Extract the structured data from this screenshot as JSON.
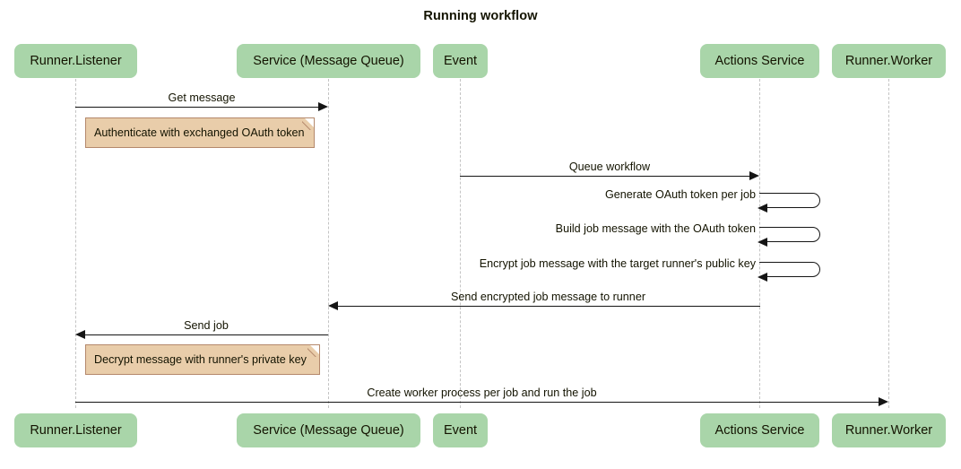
{
  "title": "Running workflow",
  "colors": {
    "participant_fill": "#a9d5a9",
    "note_fill": "#e9cdaa",
    "note_stroke": "#b4886b",
    "line": "#151515",
    "lifeline": "#c4c4c4",
    "background": "#ffffff",
    "text": "#131300"
  },
  "participants": [
    {
      "id": "runner-listener",
      "label": "Runner.Listener"
    },
    {
      "id": "service-message-queue",
      "label": "Service (Message Queue)"
    },
    {
      "id": "event",
      "label": "Event"
    },
    {
      "id": "actions-service",
      "label": "Actions Service"
    },
    {
      "id": "runner-worker",
      "label": "Runner.Worker"
    }
  ],
  "messages": [
    {
      "id": "get-message",
      "label": "Get message",
      "from": "runner-listener",
      "to": "service-message-queue",
      "direction": "right",
      "type": "arrow"
    },
    {
      "id": "queue-workflow",
      "label": "Queue workflow",
      "from": "event",
      "to": "actions-service",
      "direction": "right",
      "type": "arrow"
    },
    {
      "id": "generate-oauth-token",
      "label": "Generate OAuth token per job",
      "from": "actions-service",
      "to": "actions-service",
      "direction": "self",
      "type": "self"
    },
    {
      "id": "build-job-message",
      "label": "Build job message with the OAuth token",
      "from": "actions-service",
      "to": "actions-service",
      "direction": "self",
      "type": "self"
    },
    {
      "id": "encrypt-job-message",
      "label": "Encrypt job message with the target runner's public key",
      "from": "actions-service",
      "to": "actions-service",
      "direction": "self",
      "type": "self"
    },
    {
      "id": "send-encrypted-job-message",
      "label": "Send encrypted job message to runner",
      "from": "actions-service",
      "to": "service-message-queue",
      "direction": "left",
      "type": "arrow"
    },
    {
      "id": "send-job",
      "label": "Send job",
      "from": "service-message-queue",
      "to": "runner-listener",
      "direction": "left",
      "type": "arrow"
    },
    {
      "id": "create-worker-process",
      "label": "Create worker process per job and run the job",
      "from": "runner-listener",
      "to": "runner-worker",
      "direction": "right",
      "type": "arrow"
    }
  ],
  "notes": [
    {
      "id": "note-authenticate",
      "label": "Authenticate with exchanged OAuth token",
      "over": "runner-listener"
    },
    {
      "id": "note-decrypt",
      "label": "Decrypt message with runner's private key",
      "over": "runner-listener"
    }
  ]
}
